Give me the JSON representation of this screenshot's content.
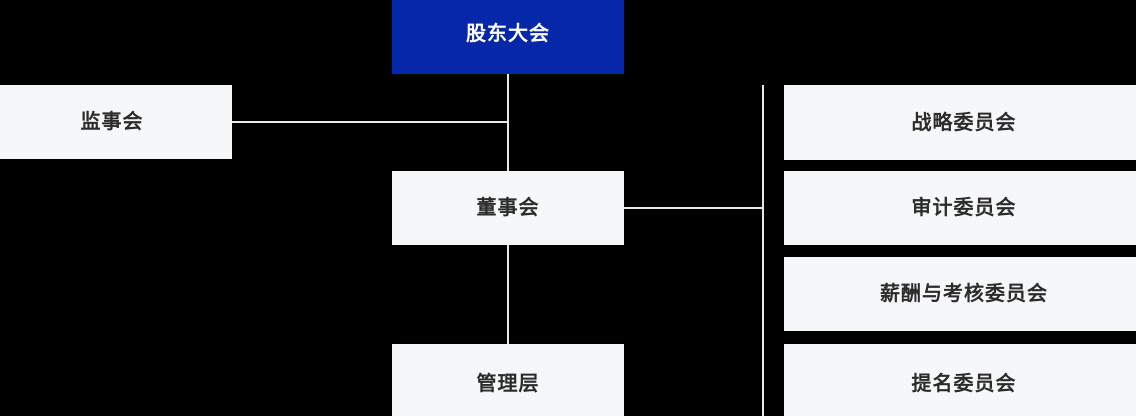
{
  "chart_data": {
    "type": "diagram",
    "subtype": "organization-chart",
    "title": "",
    "orientation": "top-down",
    "colors": {
      "primary": "#0527A8",
      "primary_text": "#FFFFFF",
      "node_background": "#F6F7F9",
      "node_text": "#2B2B2B",
      "connector": "#E8E8E8",
      "canvas": "#000000"
    },
    "nodes": [
      {
        "id": "shareholders",
        "label": "股东大会",
        "level": 0,
        "style": "primary"
      },
      {
        "id": "supervisors",
        "label": "监事会",
        "level": 1,
        "style": "light"
      },
      {
        "id": "board",
        "label": "董事会",
        "level": 1,
        "style": "light"
      },
      {
        "id": "management",
        "label": "管理层",
        "level": 2,
        "style": "light"
      },
      {
        "id": "committee-0",
        "label": "战略委员会",
        "level": 2,
        "style": "light"
      },
      {
        "id": "committee-1",
        "label": "审计委员会",
        "level": 2,
        "style": "light"
      },
      {
        "id": "committee-2",
        "label": "薪酬与考核委员会",
        "level": 2,
        "style": "light"
      },
      {
        "id": "committee-3",
        "label": "提名委员会",
        "level": 2,
        "style": "light"
      }
    ],
    "edges": [
      {
        "from": "shareholders",
        "to": "board"
      },
      {
        "from": "shareholders",
        "to": "supervisors"
      },
      {
        "from": "board",
        "to": "management"
      },
      {
        "from": "board",
        "to": "committee-0"
      },
      {
        "from": "board",
        "to": "committee-1"
      },
      {
        "from": "board",
        "to": "committee-2"
      },
      {
        "from": "board",
        "to": "committee-3"
      }
    ]
  },
  "chart": {
    "nodes": {
      "shareholders": {
        "label": "股东大会"
      },
      "supervisors": {
        "label": "监事会"
      },
      "board": {
        "label": "董事会"
      },
      "management": {
        "label": "管理层"
      },
      "committees": [
        {
          "label": "战略委员会"
        },
        {
          "label": "审计委员会"
        },
        {
          "label": "薪酬与考核委员会"
        },
        {
          "label": "提名委员会"
        }
      ]
    }
  }
}
